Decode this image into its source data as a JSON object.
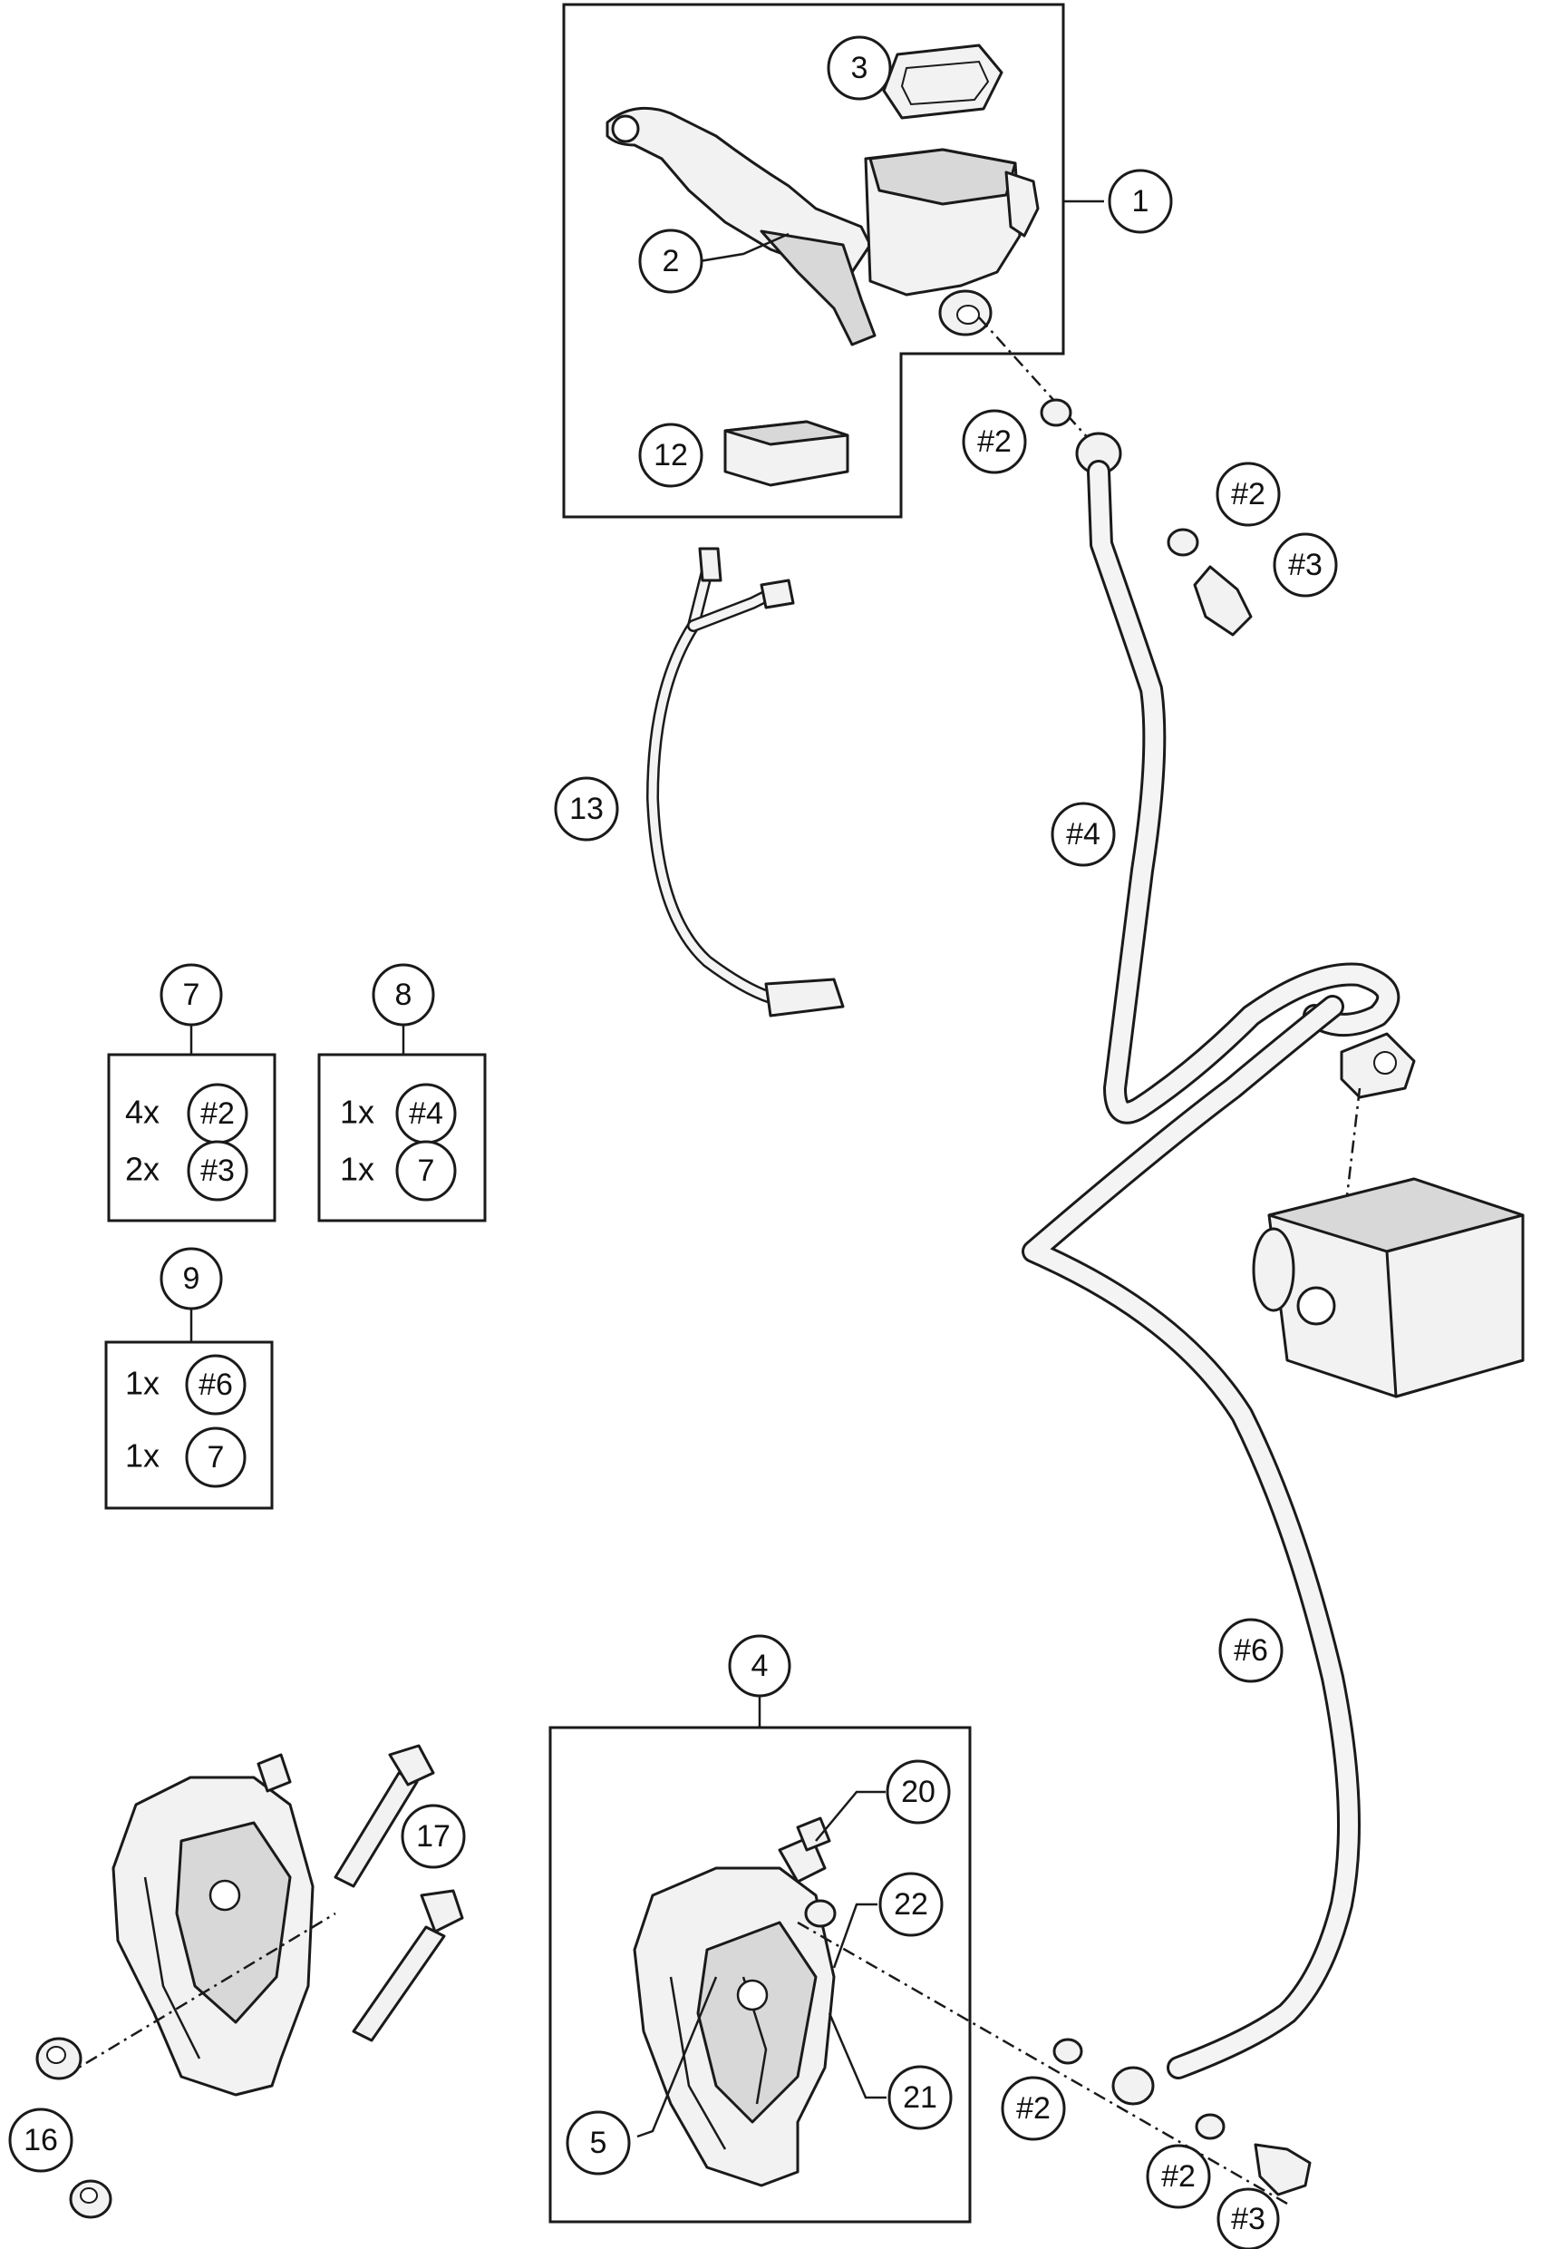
{
  "callouts": [
    {
      "id": "c1",
      "label": "1"
    },
    {
      "id": "c2",
      "label": "2"
    },
    {
      "id": "c3",
      "label": "3"
    },
    {
      "id": "c12",
      "label": "12"
    },
    {
      "id": "c13",
      "label": "13"
    },
    {
      "id": "c-h2a",
      "label": "#2"
    },
    {
      "id": "c-h2b",
      "label": "#2"
    },
    {
      "id": "c-h3a",
      "label": "#3"
    },
    {
      "id": "c-h4",
      "label": "#4"
    },
    {
      "id": "c-h6",
      "label": "#6"
    },
    {
      "id": "c7",
      "label": "7"
    },
    {
      "id": "c8",
      "label": "8"
    },
    {
      "id": "c9",
      "label": "9"
    },
    {
      "id": "c4",
      "label": "4"
    },
    {
      "id": "c5",
      "label": "5"
    },
    {
      "id": "c16",
      "label": "16"
    },
    {
      "id": "c17",
      "label": "17"
    },
    {
      "id": "c20",
      "label": "20"
    },
    {
      "id": "c21",
      "label": "21"
    },
    {
      "id": "c22",
      "label": "22"
    },
    {
      "id": "c-h2c",
      "label": "#2"
    },
    {
      "id": "c-h2d",
      "label": "#2"
    },
    {
      "id": "c-h3b",
      "label": "#3"
    }
  ],
  "kits": [
    {
      "id": "kit7",
      "rows": [
        {
          "qty": "4x",
          "ref": "#2"
        },
        {
          "qty": "2x",
          "ref": "#3"
        }
      ]
    },
    {
      "id": "kit8",
      "rows": [
        {
          "qty": "1x",
          "ref": "#4"
        },
        {
          "qty": "1x",
          "ref": "7"
        }
      ]
    },
    {
      "id": "kit9",
      "rows": [
        {
          "qty": "1x",
          "ref": "#6"
        },
        {
          "qty": "1x",
          "ref": "7"
        }
      ]
    }
  ]
}
